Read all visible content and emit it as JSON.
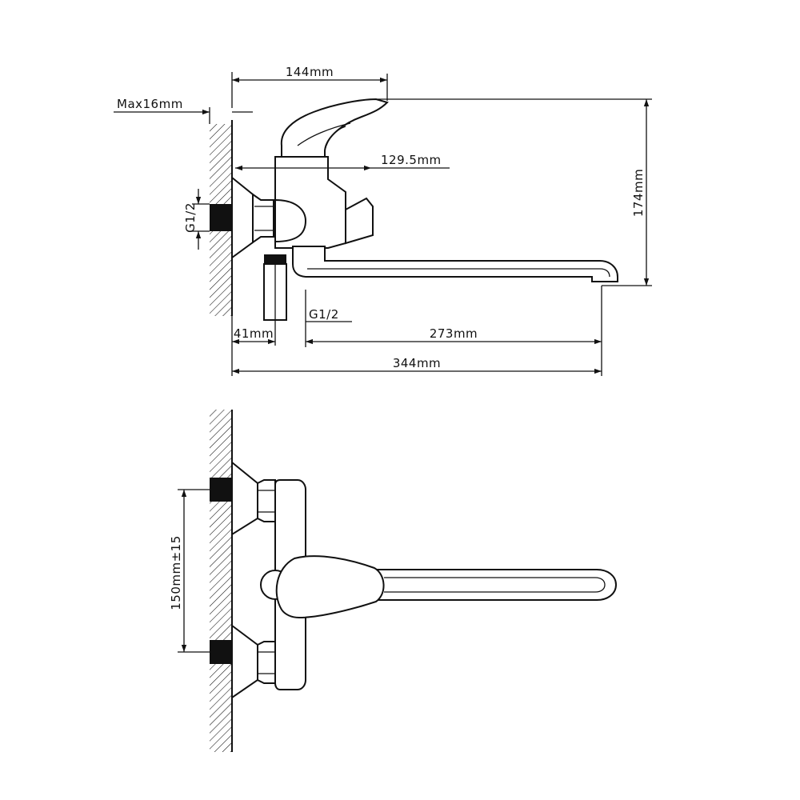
{
  "dimensions": {
    "wall_thickness_max": "Max16mm",
    "handle_reach": "144mm",
    "body_reach": "129.5mm",
    "total_height": "174mm",
    "inlet_thread": "G1/2",
    "outlet_thread": "G1/2",
    "wall_to_outlet": "41mm",
    "spout_length": "273mm",
    "total_length": "344mm",
    "inlet_spacing": "150mm±15"
  },
  "colors": {
    "line": "#111111",
    "background": "#ffffff"
  }
}
